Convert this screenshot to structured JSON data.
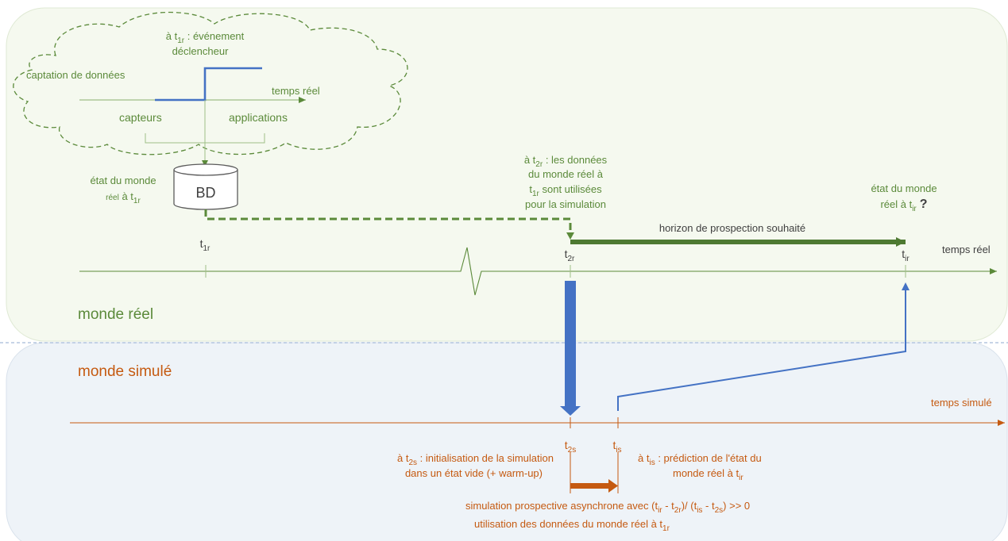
{
  "colors": {
    "real_world": "#5b8a3a",
    "simulated_world": "#c55a11",
    "blue": "#4472c4",
    "real_bg": "#f5f9ef",
    "sim_bg": "#eef3f8"
  },
  "cloud": {
    "event_prefix": "à t",
    "event_sub": "1r",
    "event_suffix": " : événement",
    "event_line2": "déclencheur",
    "data_capture": "captation de données",
    "real_time": "temps réel",
    "sensors": "capteurs",
    "applications": "applications"
  },
  "database": {
    "label": "BD"
  },
  "state_t1": {
    "line1": "état du monde",
    "line2a": "réel",
    "line2b": " à t",
    "sub": "1r"
  },
  "t2_note": {
    "line1a": "à t",
    "line1sub": "2r",
    "line1b": " : les données",
    "line2": "du monde réel à",
    "line3sub": "1r",
    "line3b": " sont utilisées",
    "line4": "pour la simulation"
  },
  "state_ti": {
    "line1": "état du monde",
    "line2": "réel à t",
    "sub": "ir",
    "question": "?"
  },
  "horizon_label": "horizon de prospection souhaité",
  "real_axis": {
    "label": "temps réel",
    "t1_sub": "1r",
    "t2_sub": "2r",
    "ti_sub": "ir",
    "t": "t"
  },
  "regions": {
    "real": "monde réel",
    "simulated": "monde simulé"
  },
  "sim_axis": {
    "label": "temps simulé",
    "t": "t",
    "t2_sub": "2s",
    "ti_sub": "is"
  },
  "init_note": {
    "line1a": "à t",
    "line1sub": "2s",
    "line1b": " : initialisation de la simulation",
    "line2": "dans un état vide (+ warm-up)"
  },
  "prediction_note": {
    "line1a": "à t",
    "line1sub": "is",
    "line1b": " : prédiction de l'état du",
    "line2a": "monde réel à t",
    "line2sub": "ir"
  },
  "async_note": {
    "line1a": "simulation prospective asynchrone avec (t",
    "s1": "ir",
    "m1": " - t",
    "s2": "2r",
    "m2": ")/ (t",
    "s3": "is",
    "m3": " - t",
    "s4": "2s",
    "end": ") >> 0",
    "line2a": "utilisation des données du monde réel à t",
    "line2sub": "1r"
  }
}
